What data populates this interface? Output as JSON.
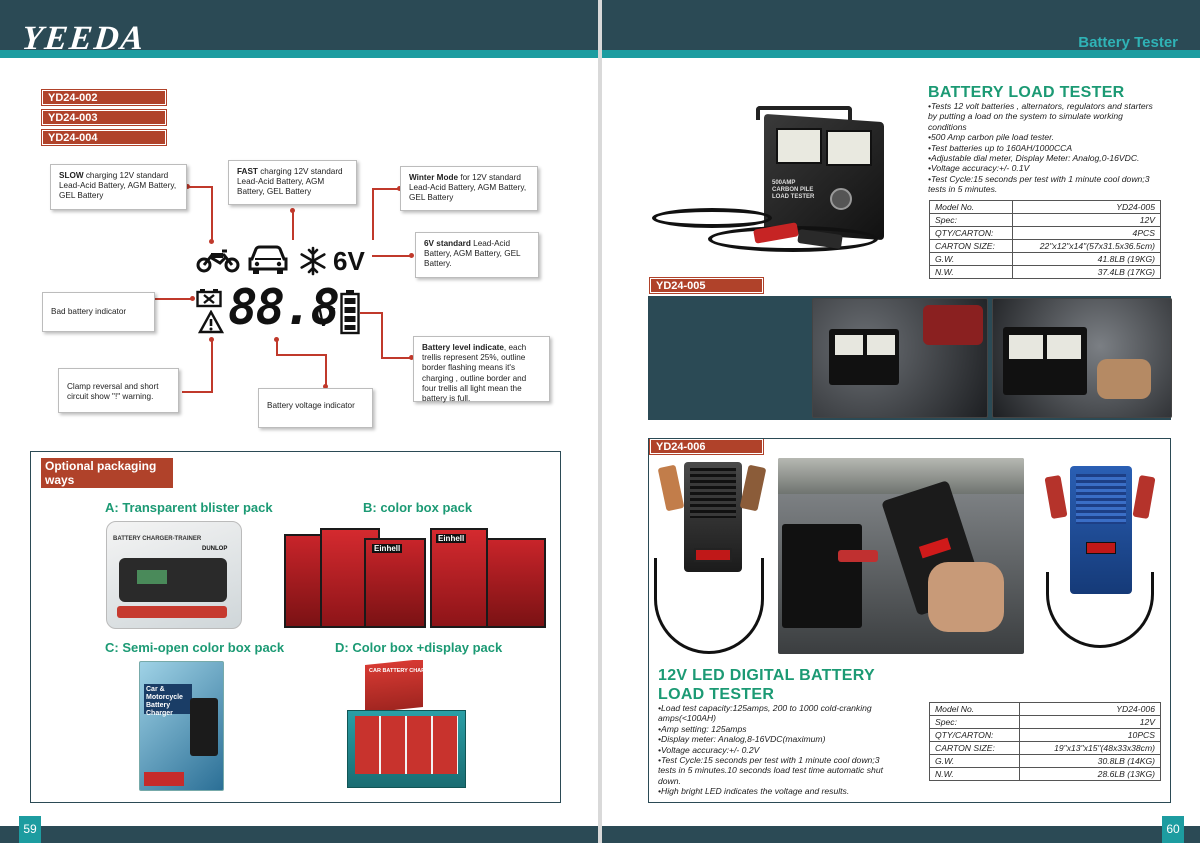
{
  "header": {
    "brand": "YEEDA",
    "section": "Battery Tester"
  },
  "left_page": {
    "tags": [
      "YD24-002",
      "YD24-003",
      "YD24-004"
    ],
    "display_readout": "88.8",
    "display_unit": "V",
    "six_v_label": "6V",
    "callouts": {
      "slow": {
        "bold": "SLOW",
        "text": " charging 12V standard Lead-Acid Battery, AGM Battery, GEL Battery"
      },
      "fast": {
        "bold": "FAST",
        "text": " charging 12V standard Lead-Acid Battery, AGM Battery, GEL Battery"
      },
      "winter": {
        "bold": "Winter Mode",
        "text": " for 12V standard Lead-Acid Battery, AGM Battery, GEL Battery"
      },
      "six_v": {
        "bold": "6V standard",
        "text": " Lead-Acid Battery, AGM Battery, GEL Battery."
      },
      "bad": {
        "text": "Bad battery indicator"
      },
      "clamp": {
        "text": "Clamp reversal and short circuit show \"!\" warning."
      },
      "voltage": {
        "text": "Battery voltage indicator"
      },
      "level": {
        "bold": "Battery level indicate",
        "text": ", each trellis represent 25%, outline border flashing means it's charging , outline border and four trellis all light mean the battery is full."
      }
    },
    "packaging": {
      "title": "Optional packaging ways",
      "a": "A: Transparent blister pack",
      "b": "B: color box pack",
      "c": "C: Semi-open color box pack",
      "d": "D: Color box +display pack",
      "blister_label": "BATTERY CHARGER-TRAINER",
      "blister_brand": "DUNLOP",
      "color_box_brand": "Einhell",
      "semi_label": "Car & Motorcycle Battery Charger",
      "display_label": "CAR BATTERY CHARGER"
    },
    "page_number": "59"
  },
  "right_page": {
    "p1": {
      "title": "BATTERY LOAD TESTER",
      "bullets": [
        "•Tests 12 volt batteries , alternators, regulators and starters by putting a load on the system to simulate working conditions",
        "•500 Amp carbon pile load tester.",
        "•Test batteries up to 160AH/1000CCA",
        "•Adjustable dial meter, Display Meter: Analog,0-16VDC.",
        "•Voltage accuracy:+/- 0.1V",
        "•Test Cycle:15 seconds per test with 1 minute cool down;3 tests in 5 minutes."
      ],
      "device_label": "500AMP CARBON PILE LOAD TESTER",
      "table": [
        [
          "Model No.",
          "YD24-005"
        ],
        [
          "Spec:",
          "12V"
        ],
        [
          "QTY/CARTON:",
          "4PCS"
        ],
        [
          "CARTON SIZE:",
          "22\"x12\"x14\"(57x31.5x36.5cm)"
        ],
        [
          "G.W.",
          "41.8LB (19KG)"
        ],
        [
          "N.W.",
          "37.4LB (17KG)"
        ]
      ],
      "tag": "YD24-005"
    },
    "p2": {
      "tag": "YD24-006",
      "title_line1": "12V LED DIGITAL BATTERY",
      "title_line2": "LOAD TESTER",
      "bullets": [
        "•Load test capacity:125amps, 200 to 1000 cold-cranking amps(<100AH)",
        "•Amp setting: 125amps",
        "•Display meter: Analog,8-16VDC(maximum)",
        "•Voltage accuracy:+/- 0.2V",
        "•Test Cycle:15 seconds per test with 1 minute cool down;3 tests in 5 minutes.10 seconds load test time automatic shut down.",
        "•High bright LED indicates the voltage and results."
      ],
      "table": [
        [
          "Model No.",
          "YD24-006"
        ],
        [
          "Spec:",
          "12V"
        ],
        [
          "QTY/CARTON:",
          "10PCS"
        ],
        [
          "CARTON SIZE:",
          "19\"x13\"x15\"(48x33x38cm)"
        ],
        [
          "G.W.",
          "30.8LB (14KG)"
        ],
        [
          "N.W.",
          "28.6LB (13KG)"
        ]
      ]
    },
    "page_number": "60"
  }
}
